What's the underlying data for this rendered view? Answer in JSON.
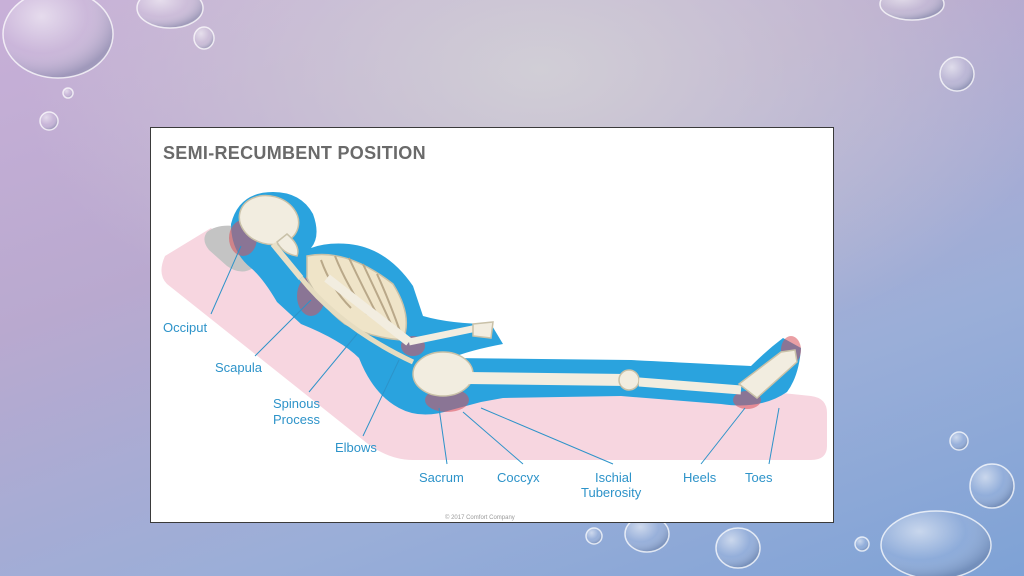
{
  "diagram": {
    "title": "SEMI-RECUMBENT POSITION",
    "labels": {
      "occiput": "Occiput",
      "scapula": "Scapula",
      "spinous_1": "Spinous",
      "spinous_2": "Process",
      "elbows": "Elbows",
      "sacrum": "Sacrum",
      "coccyx": "Coccyx",
      "ischial_1": "Ischial",
      "ischial_2": "Tuberosity",
      "heels": "Heels",
      "toes": "Toes"
    },
    "copyright": "© 2017 Comfort Company"
  },
  "colors": {
    "label_blue": "#2d93c9",
    "body_blue": "#2aa3de",
    "mattress_pink": "#f7d6e0",
    "pressure_red": "#d9505a",
    "bone": "#f2ede0"
  }
}
